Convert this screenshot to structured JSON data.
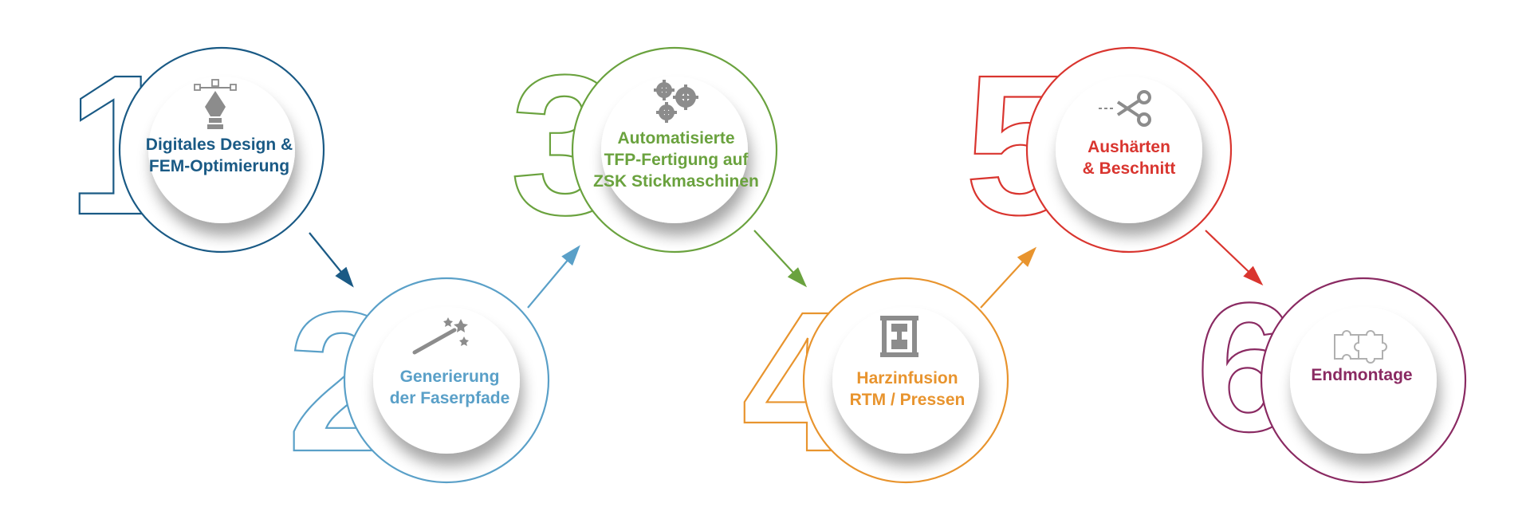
{
  "steps": [
    {
      "number": "1",
      "lines": [
        "Digitales Design &",
        "FEM-Optimierung"
      ],
      "color": "#1a5a85",
      "icon": "pen-tool-icon"
    },
    {
      "number": "2",
      "lines": [
        "Generierung",
        "der Faserpfade"
      ],
      "color": "#5aa0c8",
      "icon": "magic-wand-icon"
    },
    {
      "number": "3",
      "lines": [
        "Automatisierte",
        "TFP-Fertigung auf",
        "ZSK Stickmaschinen"
      ],
      "color": "#6aa23e",
      "icon": "gears-icon"
    },
    {
      "number": "4",
      "lines": [
        "Harzinfusion",
        "RTM / Pressen"
      ],
      "color": "#e8942e",
      "icon": "press-icon"
    },
    {
      "number": "5",
      "lines": [
        "Aushärten",
        "& Beschnitt"
      ],
      "color": "#d9352f",
      "icon": "scissors-icon"
    },
    {
      "number": "6",
      "lines": [
        "Endmontage"
      ],
      "color": "#8a2a62",
      "icon": "puzzle-icon"
    }
  ],
  "icon_color": "#8c8c8c"
}
